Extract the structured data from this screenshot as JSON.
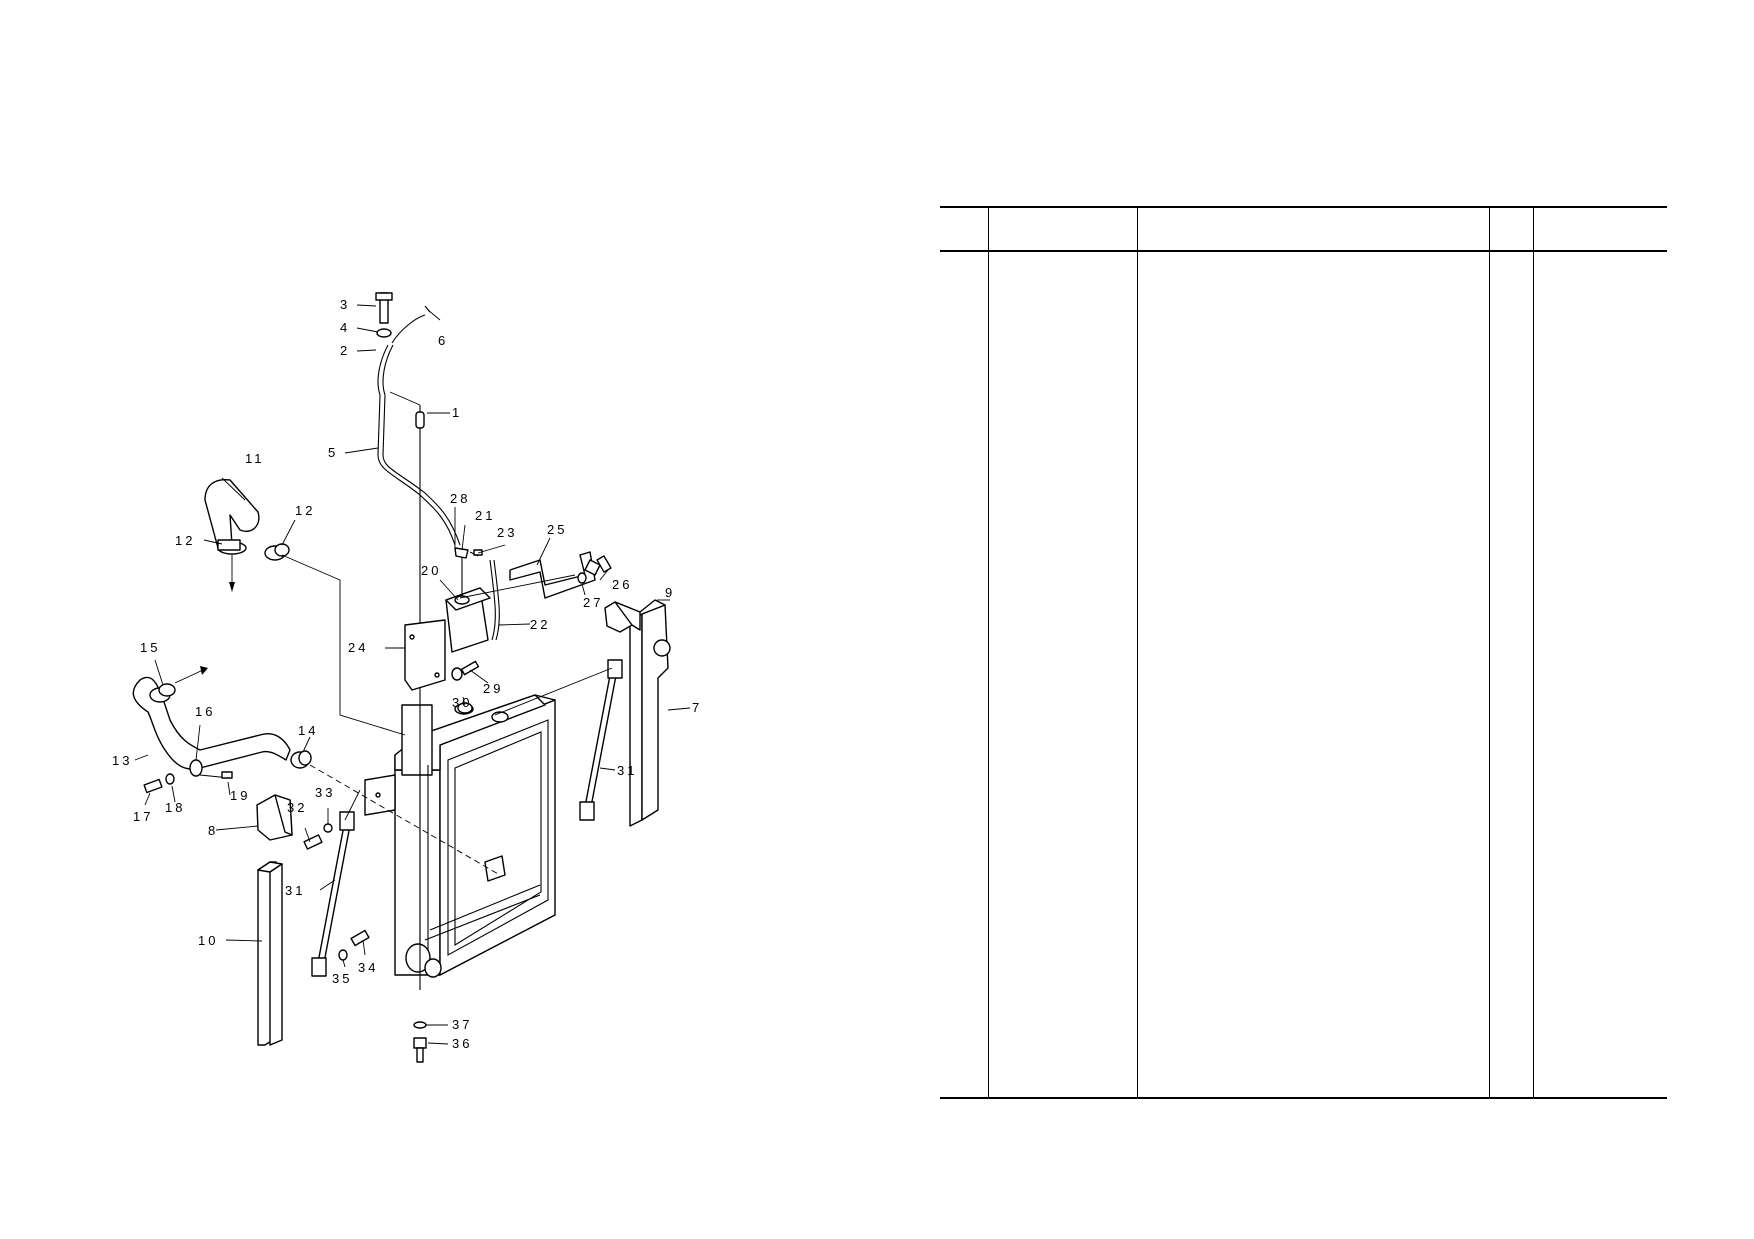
{
  "callouts": [
    "1",
    "2",
    "3",
    "4",
    "5",
    "6",
    "7",
    "8",
    "9",
    "10",
    "11",
    "12",
    "12",
    "13",
    "14",
    "15",
    "16",
    "17",
    "18",
    "19",
    "20",
    "21",
    "22",
    "23",
    "24",
    "25",
    "26",
    "27",
    "28",
    "29",
    "30",
    "31",
    "31",
    "32",
    "33",
    "34",
    "35",
    "36",
    "37"
  ],
  "table": {
    "headers": [
      "",
      "",
      "",
      "",
      ""
    ],
    "rows": [
      [
        "",
        "",
        "",
        "",
        ""
      ]
    ]
  }
}
